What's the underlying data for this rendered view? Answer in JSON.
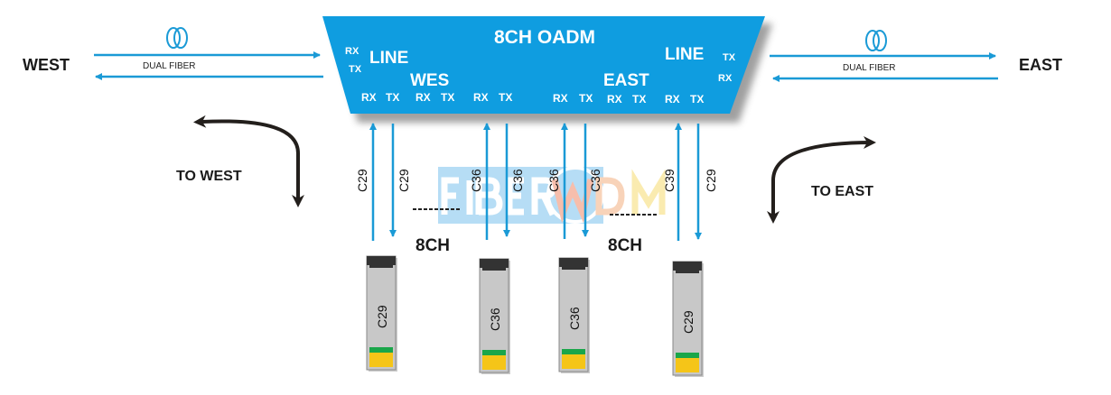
{
  "colors": {
    "accent": "#0f9de0",
    "fiber": "#1a9ad6",
    "dark": "#231f1c",
    "module": "#c8c8c8",
    "green": "#1aa64a",
    "gold": "#f5c518"
  },
  "oadm": {
    "title": "8CH OADM",
    "west_line": "LINE",
    "west_rx": "RX",
    "west_tx": "TX",
    "west_label": "WES",
    "east_line": "LINE",
    "east_tx": "TX",
    "east_rx": "RX",
    "east_label": "EAST",
    "ports": [
      {
        "rx": "RX",
        "tx": "TX"
      },
      {
        "rx": "RX",
        "tx": "TX"
      },
      {
        "rx": "RX",
        "tx": "TX"
      },
      {
        "rx": "RX",
        "tx": "TX"
      },
      {
        "rx": "RX",
        "tx": "TX"
      },
      {
        "rx": "RX",
        "tx": "TX"
      }
    ]
  },
  "west": {
    "label": "WEST",
    "fiber_label": "DUAL FIBER",
    "to_label": "TO WEST"
  },
  "east": {
    "label": "EAST",
    "fiber_label": "DUAL FIBER",
    "to_label": "TO EAST"
  },
  "channel_lines": [
    "C29",
    "C29",
    "C36",
    "C36",
    "C36",
    "C36",
    "C39",
    "C29"
  ],
  "channel_count_labels": [
    "8CH",
    "8CH"
  ],
  "watermark": {
    "part1": "FIBER",
    "part2": "W",
    "part3": "D",
    "part4": "M"
  },
  "modules": [
    {
      "label": "C29"
    },
    {
      "label": "C36"
    },
    {
      "label": "C36"
    },
    {
      "label": "C29"
    }
  ]
}
